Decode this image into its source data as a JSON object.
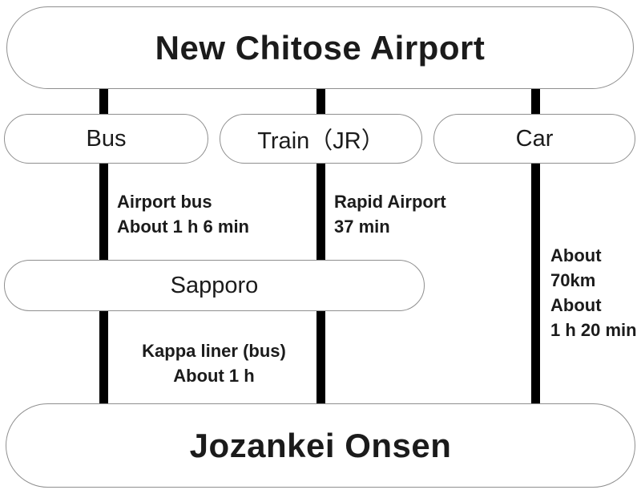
{
  "colors": {
    "background": "#ffffff",
    "line": "#000000",
    "node_border": "#8f8f8f",
    "node_fill": "#ffffff",
    "text": "#1b1b1b"
  },
  "nodes": {
    "origin": "New Chitose Airport",
    "modes": {
      "bus": "Bus",
      "train": "Train（JR）",
      "car": "Car"
    },
    "via": "Sapporo",
    "destination": "Jozankei Onsen"
  },
  "route_labels": {
    "bus_to_sapporo": "Airport bus\nAbout 1 h 6 min",
    "train_to_sapporo": "Rapid Airport\n37 min",
    "car_direct": "About\n70km\nAbout\n1 h 20 min",
    "sapporo_to_jozankei": "Kappa liner (bus)\nAbout 1 h"
  }
}
